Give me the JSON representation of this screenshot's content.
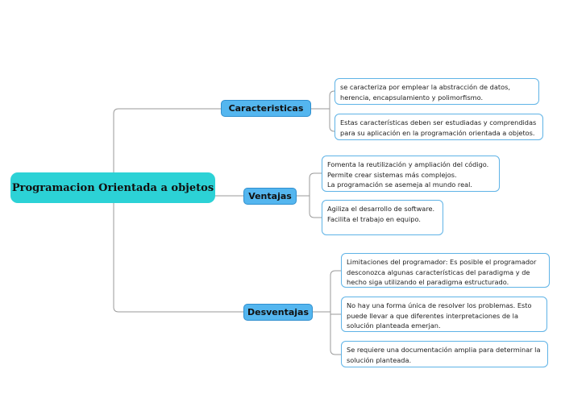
{
  "root": {
    "label": "Programacion Orientada a objetos"
  },
  "branches": [
    {
      "label": "Caracteristicas",
      "children": [
        {
          "lines": [
            "se caracteriza por emplear la abstracción de datos,",
            "herencia, encapsulamiento y polimorfismo."
          ]
        },
        {
          "lines": [
            "Estas características deben ser estudiadas y comprendidas",
            "para su aplicación en la programación orientada a objetos."
          ]
        }
      ]
    },
    {
      "label": "Ventajas",
      "children": [
        {
          "lines": [
            "Fomenta la reutilización y ampliación del código.",
            "Permite crear sistemas más complejos.",
            "La programación se asemeja al mundo real."
          ]
        },
        {
          "lines": [
            "Agiliza el desarrollo de software.",
            "Facilita el trabajo en equipo."
          ]
        }
      ]
    },
    {
      "label": "Desventajas",
      "children": [
        {
          "lines": [
            "Limitaciones del programador: Es posible el programador",
            "desconozca algunas características del paradigma y de",
            "hecho siga utilizando el paradigma estructurado."
          ]
        },
        {
          "lines": [
            "No hay una forma única de resolver los problemas. Esto",
            "puede llevar a que diferentes interpretaciones de la",
            "solución planteada emerjan."
          ]
        },
        {
          "lines": [
            "Se requiere una documentación amplia para determinar la",
            "solución planteada."
          ]
        }
      ]
    }
  ],
  "colors": {
    "root": "#2cd2d6",
    "branch": "#54b6ef",
    "connector": "#9a9a9a",
    "leaf_border": "#5fb3e6"
  }
}
